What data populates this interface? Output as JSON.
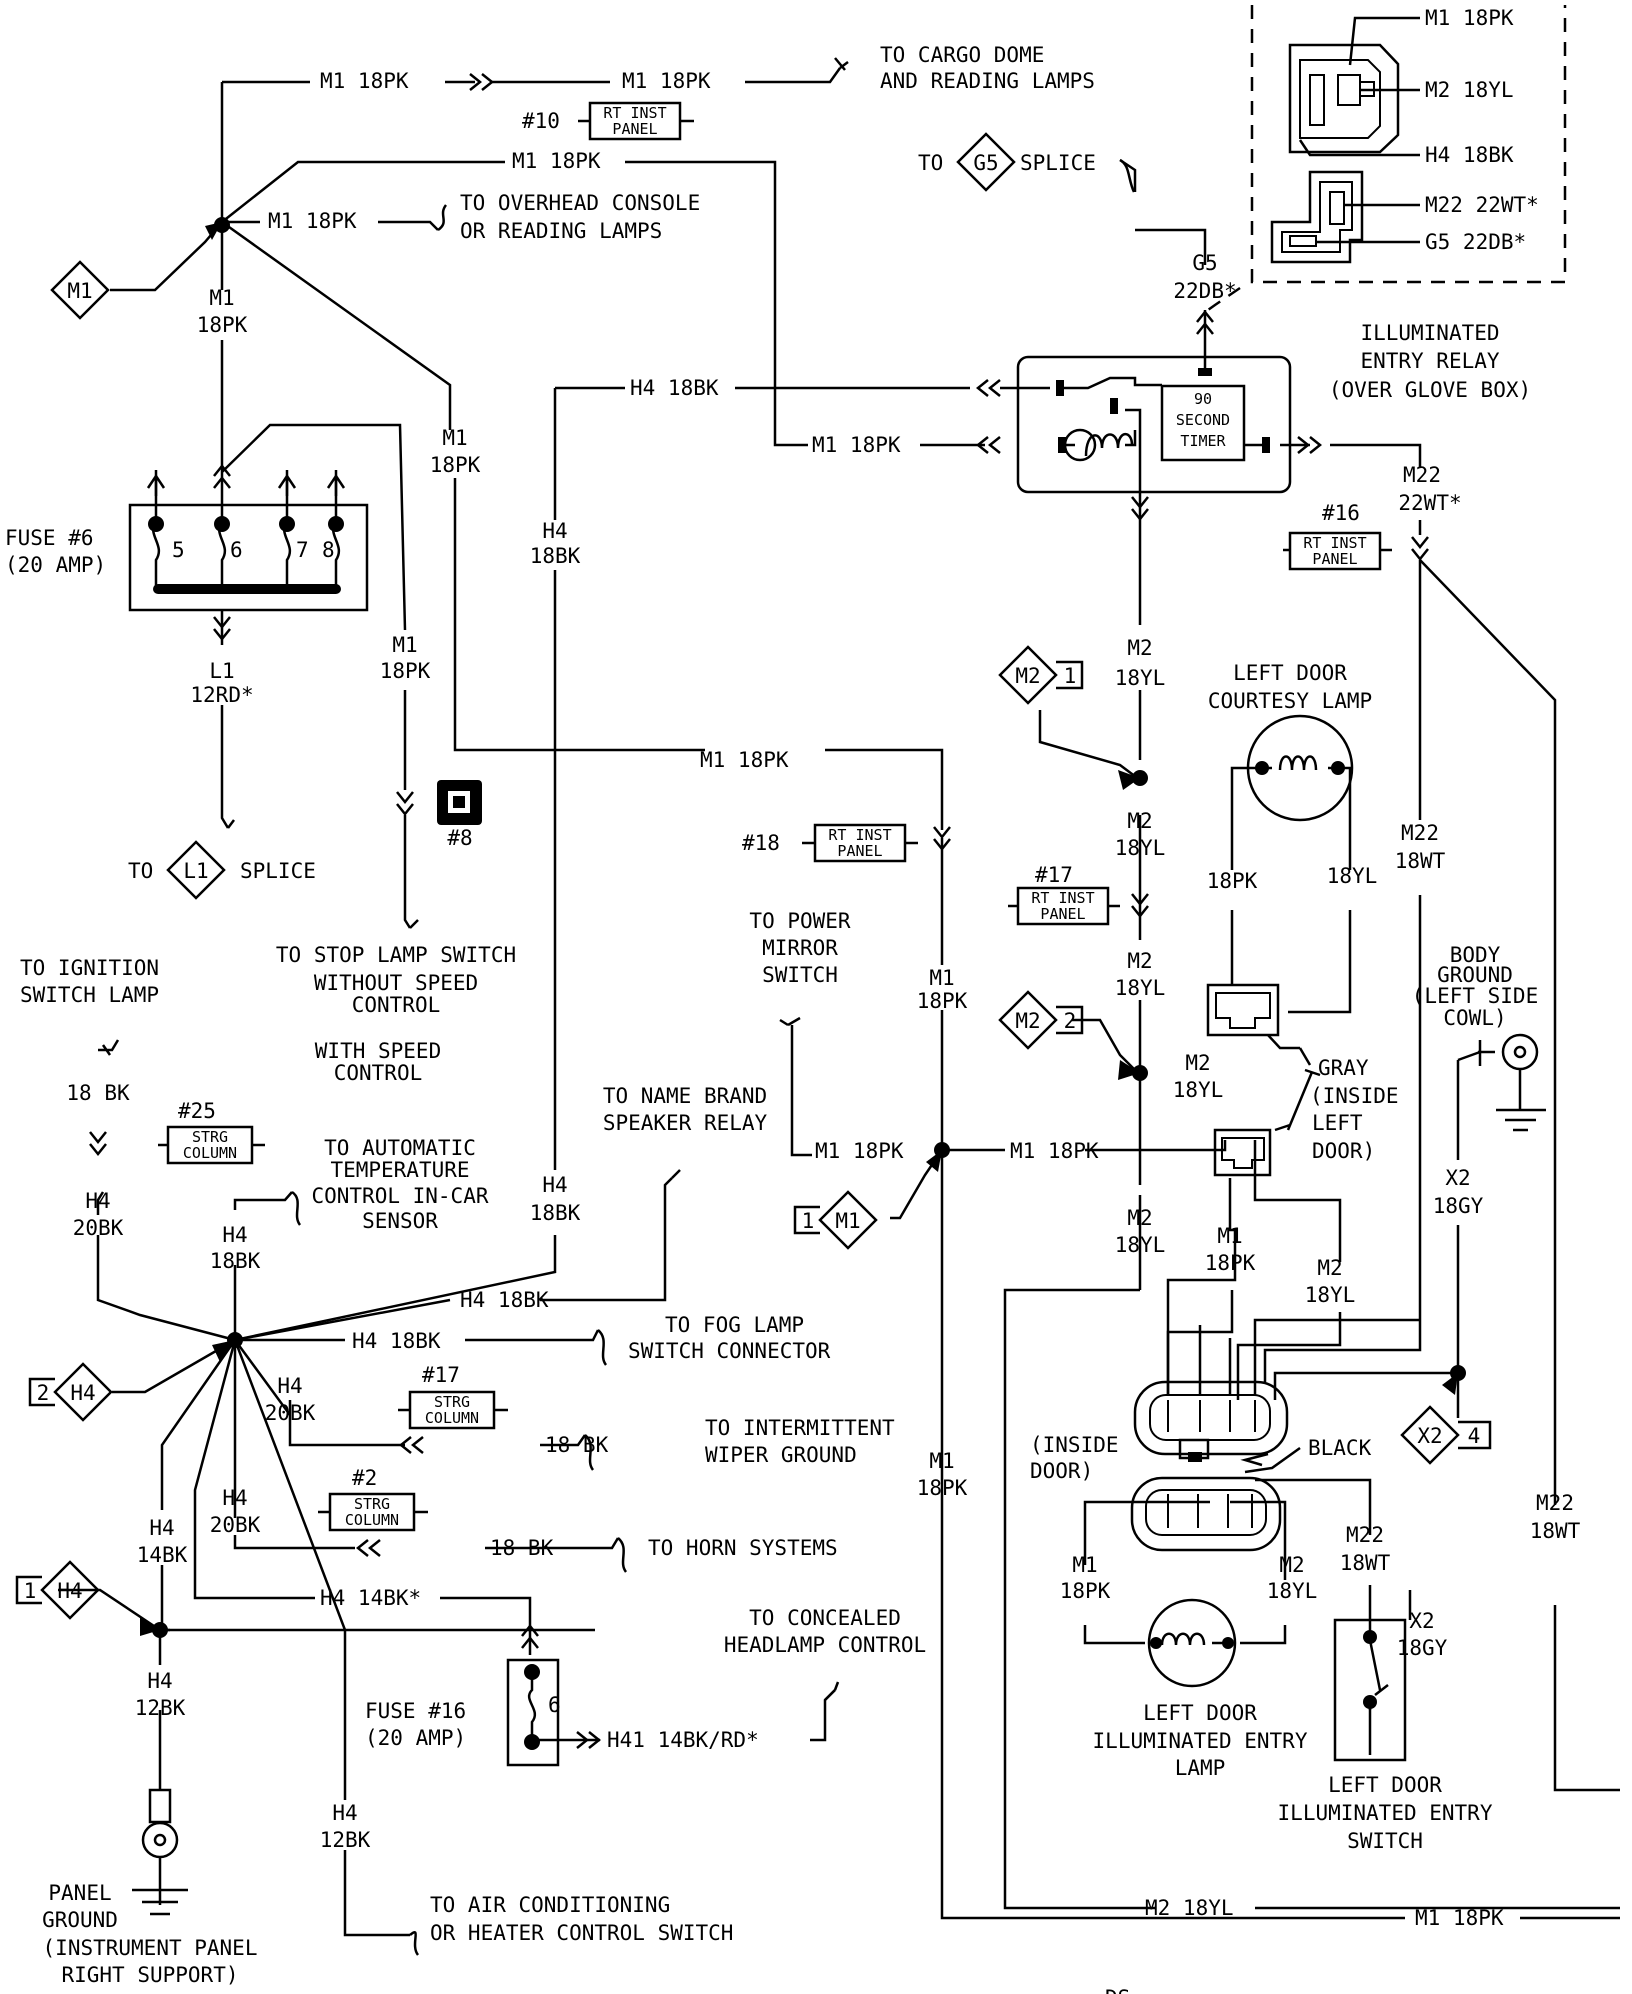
{
  "labels": {
    "to_cargo_dome": [
      "TO CARGO DOME",
      "AND READING LAMPS"
    ],
    "to_g5_splice_to": "TO",
    "to_g5_splice_splice": "SPLICE",
    "to_overhead": [
      "TO OVERHEAD CONSOLE",
      "OR READING LAMPS"
    ],
    "illum_relay": [
      "ILLUMINATED",
      "ENTRY RELAY",
      "(OVER GLOVE BOX)"
    ],
    "fuse6": [
      "FUSE #6",
      "(20 AMP)"
    ],
    "fuse6_pins": [
      "5",
      "6",
      "7",
      "8"
    ],
    "to_l1_to": "TO",
    "to_l1_splice": "SPLICE",
    "to_stop_lamp": [
      "TO STOP LAMP SWITCH",
      "WITHOUT SPEED",
      "CONTROL"
    ],
    "with_speed": [
      "WITH SPEED",
      "CONTROL"
    ],
    "to_ign_switch": [
      "TO IGNITION",
      "SWITCH LAMP"
    ],
    "to_power_mirror": [
      "TO POWER",
      "MIRROR",
      "SWITCH"
    ],
    "left_door_courtesy": [
      "LEFT DOOR",
      "COURTESY LAMP"
    ],
    "body_ground": [
      "BODY",
      "GROUND",
      "(LEFT SIDE",
      "COWL)"
    ],
    "to_name_brand": [
      "TO NAME BRAND",
      "SPEAKER RELAY"
    ],
    "gray_inside": [
      "GRAY",
      "(INSIDE",
      "LEFT",
      "DOOR)"
    ],
    "to_auto_temp": [
      "TO AUTOMATIC",
      "TEMPERATURE",
      "CONTROL IN-CAR",
      "SENSOR"
    ],
    "to_fog_lamp": [
      "TO FOG LAMP",
      "SWITCH CONNECTOR"
    ],
    "to_intermittent": [
      "TO INTERMITTENT",
      "WIPER GROUND"
    ],
    "to_horn": "TO HORN SYSTEMS",
    "to_concealed": [
      "TO CONCEALED",
      "HEADLAMP CONTROL"
    ],
    "fuse16": [
      "FUSE #16",
      "(20 AMP)"
    ],
    "fuse16_pin": "6",
    "inside_door": [
      "(INSIDE",
      "DOOR)"
    ],
    "black": "BLACK",
    "left_door_illum_lamp": [
      "LEFT DOOR",
      "ILLUMINATED ENTRY",
      "LAMP"
    ],
    "left_door_illum_switch": [
      "LEFT DOOR",
      "ILLUMINATED ENTRY",
      "SWITCH"
    ],
    "panel_ground": [
      "PANEL",
      "GROUND",
      "(INSTRUMENT PANEL",
      "RIGHT SUPPORT)"
    ],
    "to_air_cond": [
      "TO AIR CONDITIONING",
      "OR HEATER CONTROL SWITCH"
    ],
    "timer": [
      "90",
      "SECOND",
      "TIMER"
    ],
    "conn8_label": "#8",
    "partial_bottom": "DS"
  },
  "wires": {
    "m1_18pk": "M1 18PK",
    "m1": "M1",
    "pk18": "18PK",
    "h4_18bk": "H4 18BK",
    "h4": "H4",
    "bk18": "18BK",
    "bk20": "20BK",
    "bk14": "14BK",
    "bk12": "12BK",
    "h4_14bk_star": "H4 14BK*",
    "h41": "H41 14BK/RD*",
    "bk_18": "18 BK",
    "m2": "M2",
    "yl18": "18YL",
    "m2_18yl": "M2 18YL",
    "m22": "M22",
    "wt22_star": "22WT*",
    "wt18": "18WT",
    "g5": "G5",
    "db22_star": "22DB*",
    "l1": "L1",
    "rd12_star": "12RD*",
    "x2": "X2",
    "gy18": "18GY",
    "pk18_short": "18PK",
    "yl18_short": "18YL"
  },
  "inset_wires": [
    "M1 18PK",
    "M2 18YL",
    "H4 18BK",
    "M22 22WT*",
    "G5 22DB*"
  ],
  "splices": {
    "m1": "M1",
    "g5": "G5",
    "l1": "L1",
    "m2_1": {
      "id": "M2",
      "num": "1"
    },
    "m2_2": {
      "id": "M2",
      "num": "2"
    },
    "m1_1": {
      "id": "M1",
      "num": "1"
    },
    "h4_2": {
      "id": "H4",
      "num": "2"
    },
    "h4_1": {
      "id": "H4",
      "num": "1"
    },
    "x2_4": {
      "id": "X2",
      "num": "4"
    }
  },
  "connectors": {
    "c10": {
      "num": "#10",
      "loc": [
        "RT INST",
        "PANEL"
      ]
    },
    "c16": {
      "num": "#16",
      "loc": [
        "RT INST",
        "PANEL"
      ]
    },
    "c18": {
      "num": "#18",
      "loc": [
        "RT INST",
        "PANEL"
      ]
    },
    "c17": {
      "num": "#17",
      "loc": [
        "RT INST",
        "PANEL"
      ]
    },
    "c25": {
      "num": "#25",
      "loc": [
        "STRG",
        "COLUMN"
      ]
    },
    "c17s": {
      "num": "#17",
      "loc": [
        "STRG",
        "COLUMN"
      ]
    },
    "c2": {
      "num": "#2",
      "loc": [
        "STRG",
        "COLUMN"
      ]
    }
  }
}
